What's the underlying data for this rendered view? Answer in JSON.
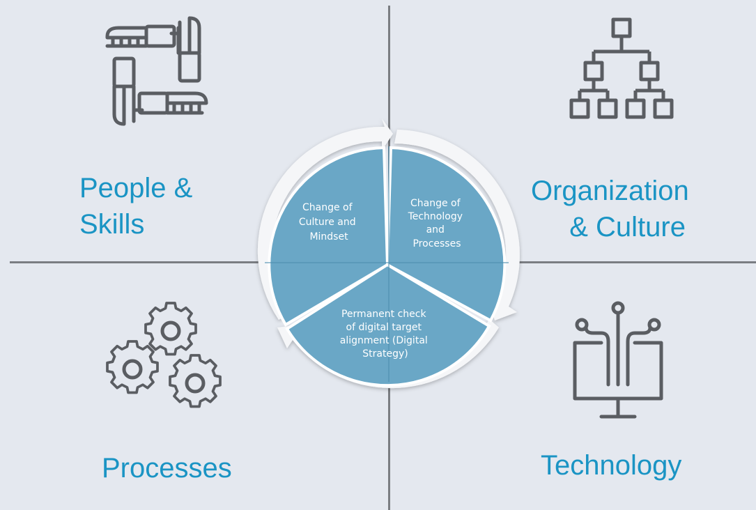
{
  "quadrants": {
    "people": {
      "line1": "People &",
      "line2": "Skills",
      "icon": "hands-teamwork-icon"
    },
    "organization": {
      "line1": "Organization",
      "line2": "& Culture",
      "icon": "org-chart-icon"
    },
    "processes": {
      "label": "Processes",
      "icon": "gears-icon"
    },
    "technology": {
      "label": "Technology",
      "icon": "circuit-monitor-icon"
    }
  },
  "cycle": {
    "segments": [
      {
        "lines": [
          "Change of",
          "Culture and",
          "Mindset"
        ]
      },
      {
        "lines": [
          "Change of",
          "Technology",
          "and",
          "Processes"
        ]
      },
      {
        "lines": [
          "Permanent check",
          "of digital target",
          "alignment (Digital",
          "Strategy)"
        ]
      }
    ]
  },
  "colors": {
    "background": "#e4e8ef",
    "label": "#1a94c4",
    "segment": "#6aa7c6",
    "icon": "#5a5d62",
    "divider": "#7a7d82"
  }
}
